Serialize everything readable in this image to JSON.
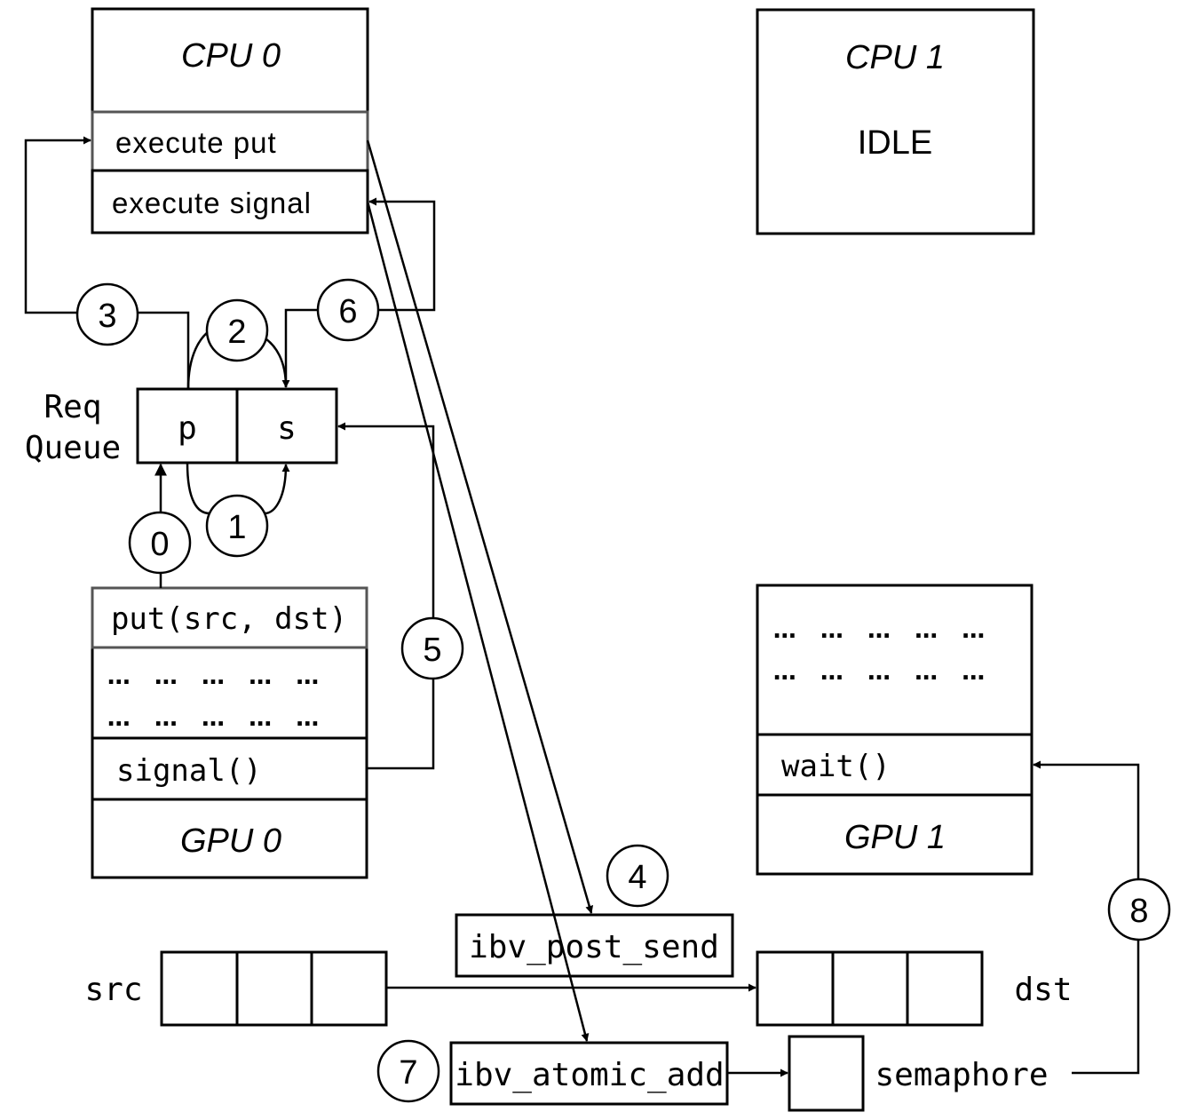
{
  "cpu0": {
    "title": "CPU 0",
    "items": [
      "execute put",
      "execute signal"
    ]
  },
  "cpu1": {
    "title": "CPU 1",
    "status": "IDLE"
  },
  "req_queue": {
    "label_lines": [
      "Req",
      "Queue"
    ],
    "cells": [
      "p",
      "s"
    ]
  },
  "gpu0": {
    "title": "GPU 0",
    "put_call": "put(src, dst)",
    "dots_row1": "…   …   …   …   …",
    "dots_row2": "…   …   …   …   …",
    "signal_call": "signal()"
  },
  "gpu1": {
    "title": "GPU 1",
    "dots_row1": "…   …   …   …   …",
    "dots_row2": "…   …   …   …   …",
    "wait_call": "wait()"
  },
  "ops": {
    "post_send": "ibv_post_send",
    "atomic_add": "ibv_atomic_add"
  },
  "buffers": {
    "src_label": "src",
    "dst_label": "dst",
    "semaphore_label": "semaphore"
  },
  "steps": [
    "0",
    "1",
    "2",
    "3",
    "4",
    "5",
    "6",
    "7",
    "8"
  ]
}
